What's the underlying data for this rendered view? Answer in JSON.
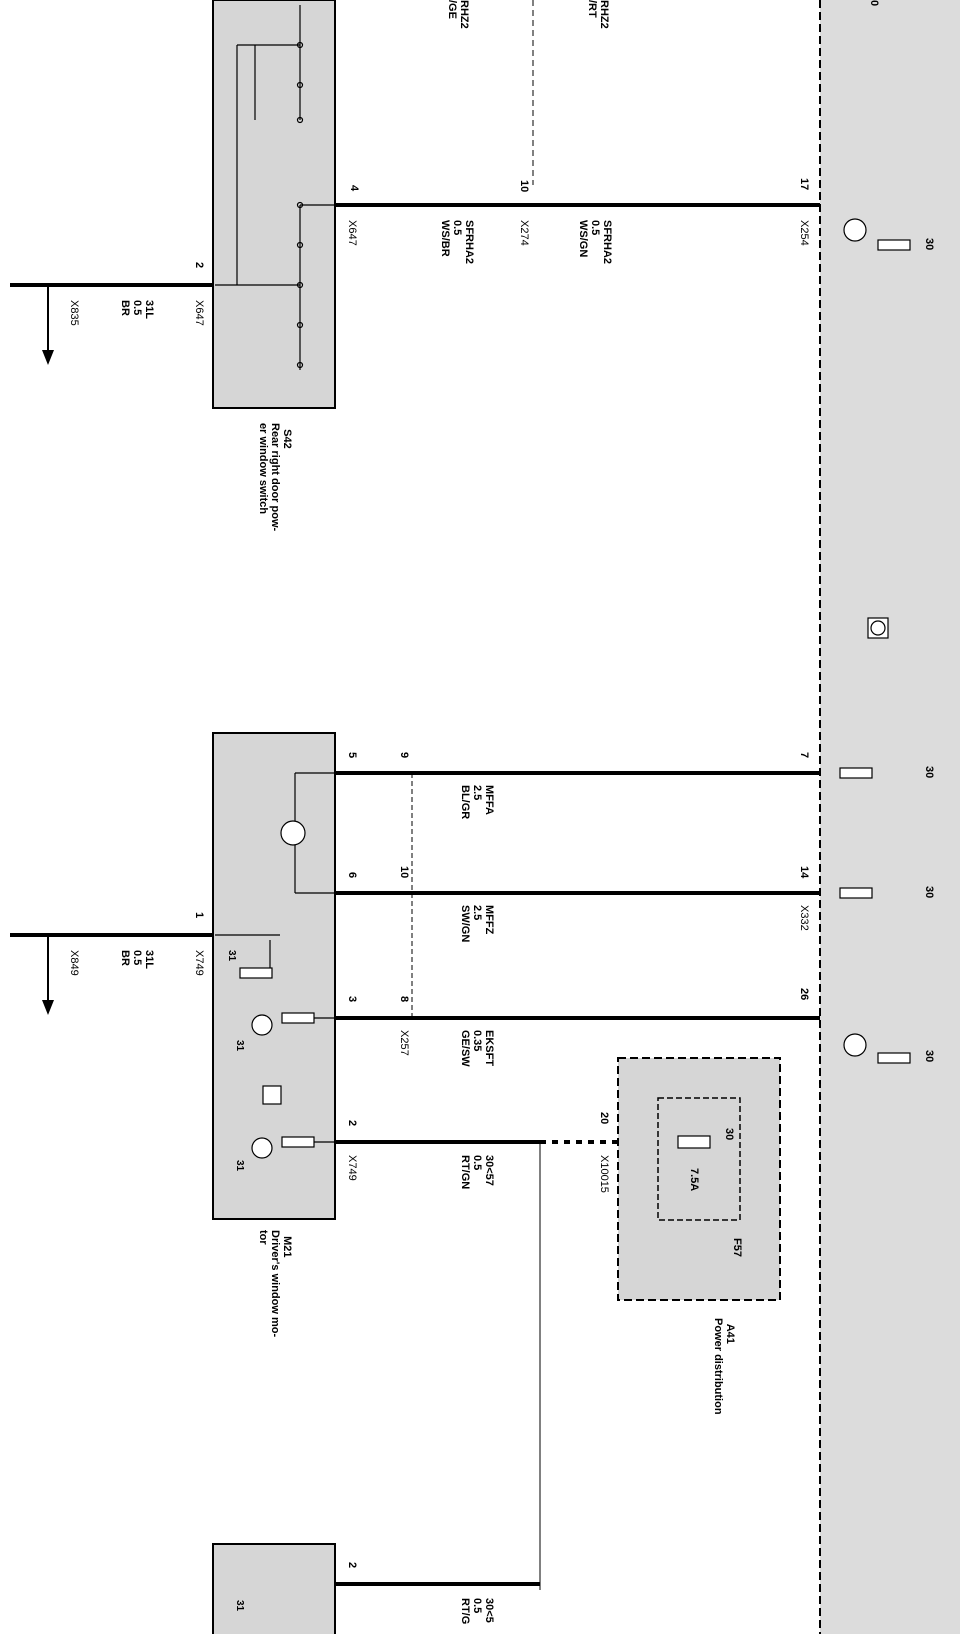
{
  "components": {
    "s42": {
      "id": "S42",
      "name": "Rear right door pow-\ner window switch"
    },
    "m21": {
      "id": "M21",
      "name": "Driver's window mo-\ntor"
    },
    "a41": {
      "id": "A41",
      "name": "Power distribution"
    },
    "f57": {
      "id": "F57",
      "rating": "7.5A",
      "terminal": "30"
    }
  },
  "top_partial": {
    "wire1": "RHZ2",
    "wire1b": "/GE",
    "wire2": "RHZ2",
    "wire2b": "/RT",
    "pin_top": "0"
  },
  "wires": {
    "sfrha2_a": {
      "signal": "SFRHA2",
      "size": "0.5",
      "color": "WS/BR"
    },
    "sfrha2_b": {
      "signal": "SFRHA2",
      "size": "0.5",
      "color": "WS/GN"
    },
    "gnd_835": {
      "signal": "31L",
      "size": "0.5",
      "color": "BR",
      "conn": "X835"
    },
    "gnd_849": {
      "signal": "31L",
      "size": "0.5",
      "color": "BR",
      "conn": "X849"
    },
    "mffa": {
      "signal": "MFFA",
      "size": "2.5",
      "color": "BL/GR"
    },
    "mffz": {
      "signal": "MFFZ",
      "size": "2.5",
      "color": "SW/GN"
    },
    "eksft": {
      "signal": "EKSFT",
      "size": "0.35",
      "color": "GE/SW"
    },
    "k30_57a": {
      "signal": "30<57",
      "size": "0.5",
      "color": "RT/GN"
    },
    "k30_57b": {
      "signal": "30<5",
      "size": "0.5",
      "color": "RT/G"
    }
  },
  "connectors": {
    "x647a": "X647",
    "x647b": "X647",
    "x274": "X274",
    "x254": "X254",
    "x749a": "X749",
    "x749b": "X749",
    "x257": "X257",
    "x332": "X332",
    "x10015": "X10015"
  },
  "pins": {
    "p4": "4",
    "p10a": "10",
    "p17": "17",
    "p2a": "2",
    "p5": "5",
    "p9": "9",
    "p7": "7",
    "p6": "6",
    "p10b": "10",
    "p14": "14",
    "p1": "1",
    "p3": "3",
    "p8": "8",
    "p26": "26",
    "p2b": "2",
    "p20": "20",
    "p2c": "2"
  },
  "terminals": {
    "t30a": "30",
    "t30b": "30",
    "t30c": "30",
    "t30d": "30",
    "t31a": "31",
    "t31b": "31",
    "t31c": "31",
    "t31d": "31"
  }
}
